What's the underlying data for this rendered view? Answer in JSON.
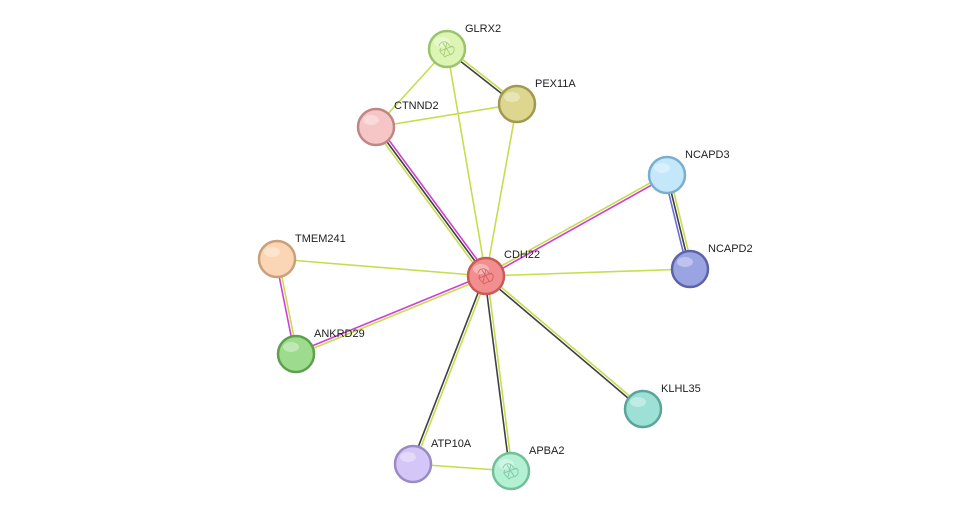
{
  "network": {
    "nodes": [
      {
        "id": "CDH22",
        "label": "CDH22",
        "fill": "#f28e8e",
        "stroke": "#c85a5a",
        "icon": "protein-structure-icon"
      },
      {
        "id": "GLRX2",
        "label": "GLRX2",
        "fill": "#dcf5b4",
        "stroke": "#9ac46a",
        "icon": "protein-structure-icon"
      },
      {
        "id": "PEX11A",
        "label": "PEX11A",
        "fill": "#dcd68e",
        "stroke": "#a09a50",
        "icon": ""
      },
      {
        "id": "CTNND2",
        "label": "CTNND2",
        "fill": "#f6c6c6",
        "stroke": "#c08686",
        "icon": ""
      },
      {
        "id": "NCAPD3",
        "label": "NCAPD3",
        "fill": "#c4e8fa",
        "stroke": "#7aaed0",
        "icon": ""
      },
      {
        "id": "NCAPD2",
        "label": "NCAPD2",
        "fill": "#9aa4e2",
        "stroke": "#5c64a8",
        "icon": ""
      },
      {
        "id": "TMEM241",
        "label": "TMEM241",
        "fill": "#fad6b4",
        "stroke": "#c8a07a",
        "icon": ""
      },
      {
        "id": "ANKRD29",
        "label": "ANKRD29",
        "fill": "#9cdc8c",
        "stroke": "#5ea04e",
        "icon": ""
      },
      {
        "id": "KLHL35",
        "label": "KLHL35",
        "fill": "#9ce0d6",
        "stroke": "#5aa49a",
        "icon": ""
      },
      {
        "id": "ATP10A",
        "label": "ATP10A",
        "fill": "#d4c6f6",
        "stroke": "#9a8ac8",
        "icon": ""
      },
      {
        "id": "APBA2",
        "label": "APBA2",
        "fill": "#b4f0d4",
        "stroke": "#72c09a",
        "icon": "protein-structure-icon"
      }
    ],
    "edges": [
      {
        "from": "CDH22",
        "to": "GLRX2",
        "types": [
          "textmining"
        ]
      },
      {
        "from": "CDH22",
        "to": "PEX11A",
        "types": [
          "textmining"
        ]
      },
      {
        "from": "CDH22",
        "to": "CTNND2",
        "types": [
          "textmining",
          "coexpression",
          "experiments"
        ]
      },
      {
        "from": "CDH22",
        "to": "NCAPD3",
        "types": [
          "textmining",
          "experiments"
        ]
      },
      {
        "from": "CDH22",
        "to": "NCAPD2",
        "types": [
          "textmining"
        ]
      },
      {
        "from": "CDH22",
        "to": "TMEM241",
        "types": [
          "textmining"
        ]
      },
      {
        "from": "CDH22",
        "to": "ANKRD29",
        "types": [
          "textmining",
          "experiments"
        ]
      },
      {
        "from": "CDH22",
        "to": "KLHL35",
        "types": [
          "textmining",
          "coexpression"
        ]
      },
      {
        "from": "CDH22",
        "to": "ATP10A",
        "types": [
          "textmining",
          "coexpression"
        ]
      },
      {
        "from": "CDH22",
        "to": "APBA2",
        "types": [
          "textmining",
          "coexpression"
        ]
      },
      {
        "from": "GLRX2",
        "to": "PEX11A",
        "types": [
          "textmining",
          "coexpression"
        ]
      },
      {
        "from": "GLRX2",
        "to": "CTNND2",
        "types": [
          "textmining"
        ]
      },
      {
        "from": "CTNND2",
        "to": "PEX11A",
        "types": [
          "textmining"
        ]
      },
      {
        "from": "NCAPD3",
        "to": "NCAPD2",
        "types": [
          "textmining",
          "coexpression",
          "cooccurrence"
        ]
      },
      {
        "from": "TMEM241",
        "to": "ANKRD29",
        "types": [
          "textmining",
          "experiments"
        ]
      },
      {
        "from": "ATP10A",
        "to": "APBA2",
        "types": [
          "textmining"
        ]
      }
    ],
    "edge_colors": {
      "textmining": "#c8dc50",
      "coexpression": "#404040",
      "experiments": "#d040d0",
      "cooccurrence": "#6a70d8"
    }
  }
}
